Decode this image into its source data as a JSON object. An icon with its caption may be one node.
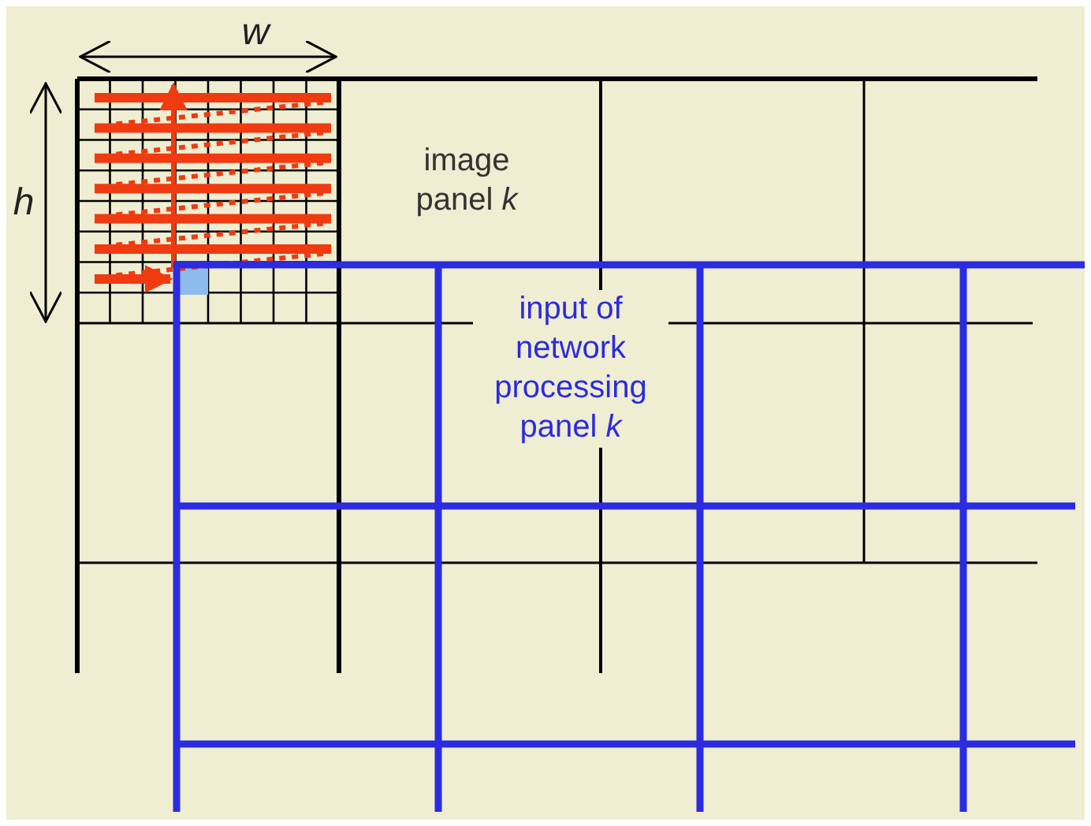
{
  "diagram": {
    "labels": [
      "w",
      "h",
      "image panel *k*",
      "input of network processing panel *k*"
    ]
  }
}
